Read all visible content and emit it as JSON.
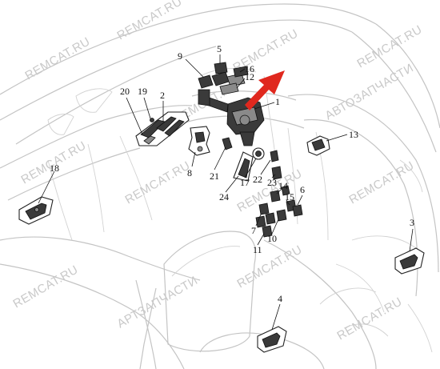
{
  "diagram": {
    "callouts": [
      "1",
      "2",
      "3",
      "4",
      "5",
      "6",
      "7",
      "8",
      "9",
      "10",
      "11",
      "12",
      "13",
      "14",
      "15",
      "16",
      "17",
      "18",
      "19",
      "20",
      "21",
      "22",
      "23",
      "24"
    ],
    "arrow_color": "#e0281e",
    "watermarks": {
      "remcat": "REMCAT.RU",
      "avtozapchasti": "АВТОЗАПЧАСТИ",
      "artzapchasti": "АРТЗАПЧАСТИ"
    }
  }
}
